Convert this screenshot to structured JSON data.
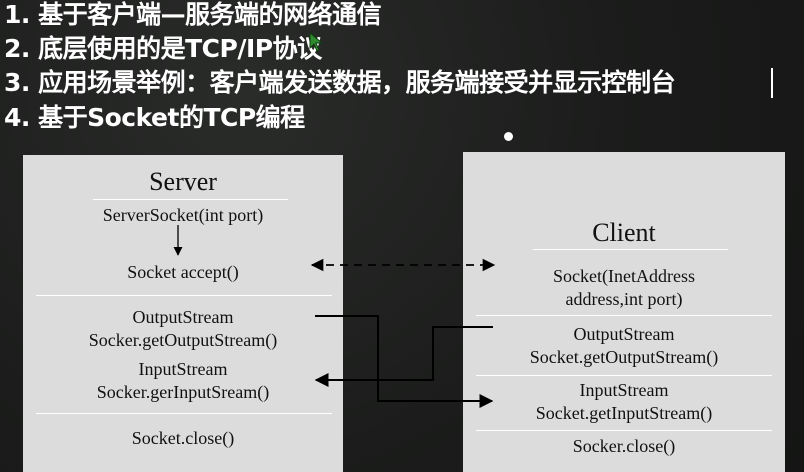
{
  "bullets": [
    "1. 基于客户端—服务端的网络通信",
    "2. 底层使用的是TCP/IP协议",
    "3. 应用场景举例：客户端发送数据，服务端接受并显示控制台",
    "4. 基于Socket的TCP编程"
  ],
  "server": {
    "title": "Server",
    "items": [
      "ServerSocket(int port)",
      "Socket accept()",
      "OutputStream",
      "Socker.getOutputStream()",
      "InputStream",
      "Socker.gerInputSream()",
      "Socket.close()"
    ]
  },
  "client": {
    "title": "Client",
    "items": [
      "Socket(InetAddress",
      "address,int port)",
      "OutputStream",
      "Socket.getOutputStream()",
      "InputStream",
      "Socket.getInputStream()",
      "Socker.close()"
    ]
  },
  "colors": {
    "background": "#1b1c1b",
    "box": "#dcdcdc",
    "text": "#ffffff",
    "arrow": "#000000"
  }
}
